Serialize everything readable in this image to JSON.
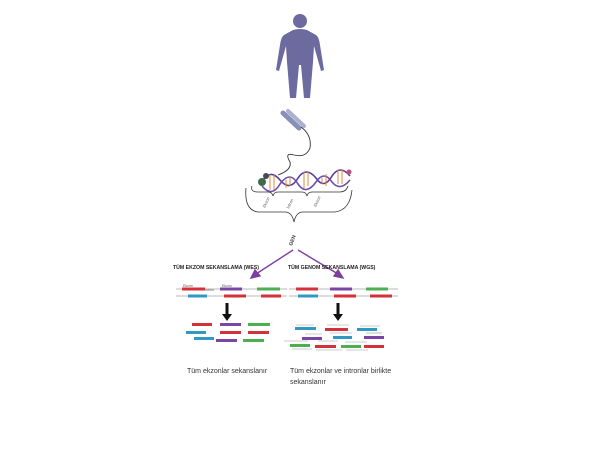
{
  "diagram": {
    "gene_label": "GEN",
    "brace_labels": [
      "Ekzon",
      "İntron",
      "Ekzon"
    ],
    "wes": {
      "title": "TÜM EKZOM SEKANSLAMA (WES)",
      "exon_label_1": "Ekzon",
      "intron_label": "İntron",
      "exon_label_2": "Ekzon",
      "caption": "Tüm ekzonlar sekanslanır"
    },
    "wgs": {
      "title": "TÜM GENOM SEKANSLAMA (WGS)",
      "caption_line1": "Tüm ekzonlar ve intronlar birlikte",
      "caption_line2": "sekanslanır"
    },
    "colors": {
      "figure": "#6c6a9e",
      "arrow": "#7b3fa0",
      "red": "#d3323a",
      "purple": "#7b45a6",
      "green": "#4caf50",
      "blue": "#2f98c4"
    }
  }
}
